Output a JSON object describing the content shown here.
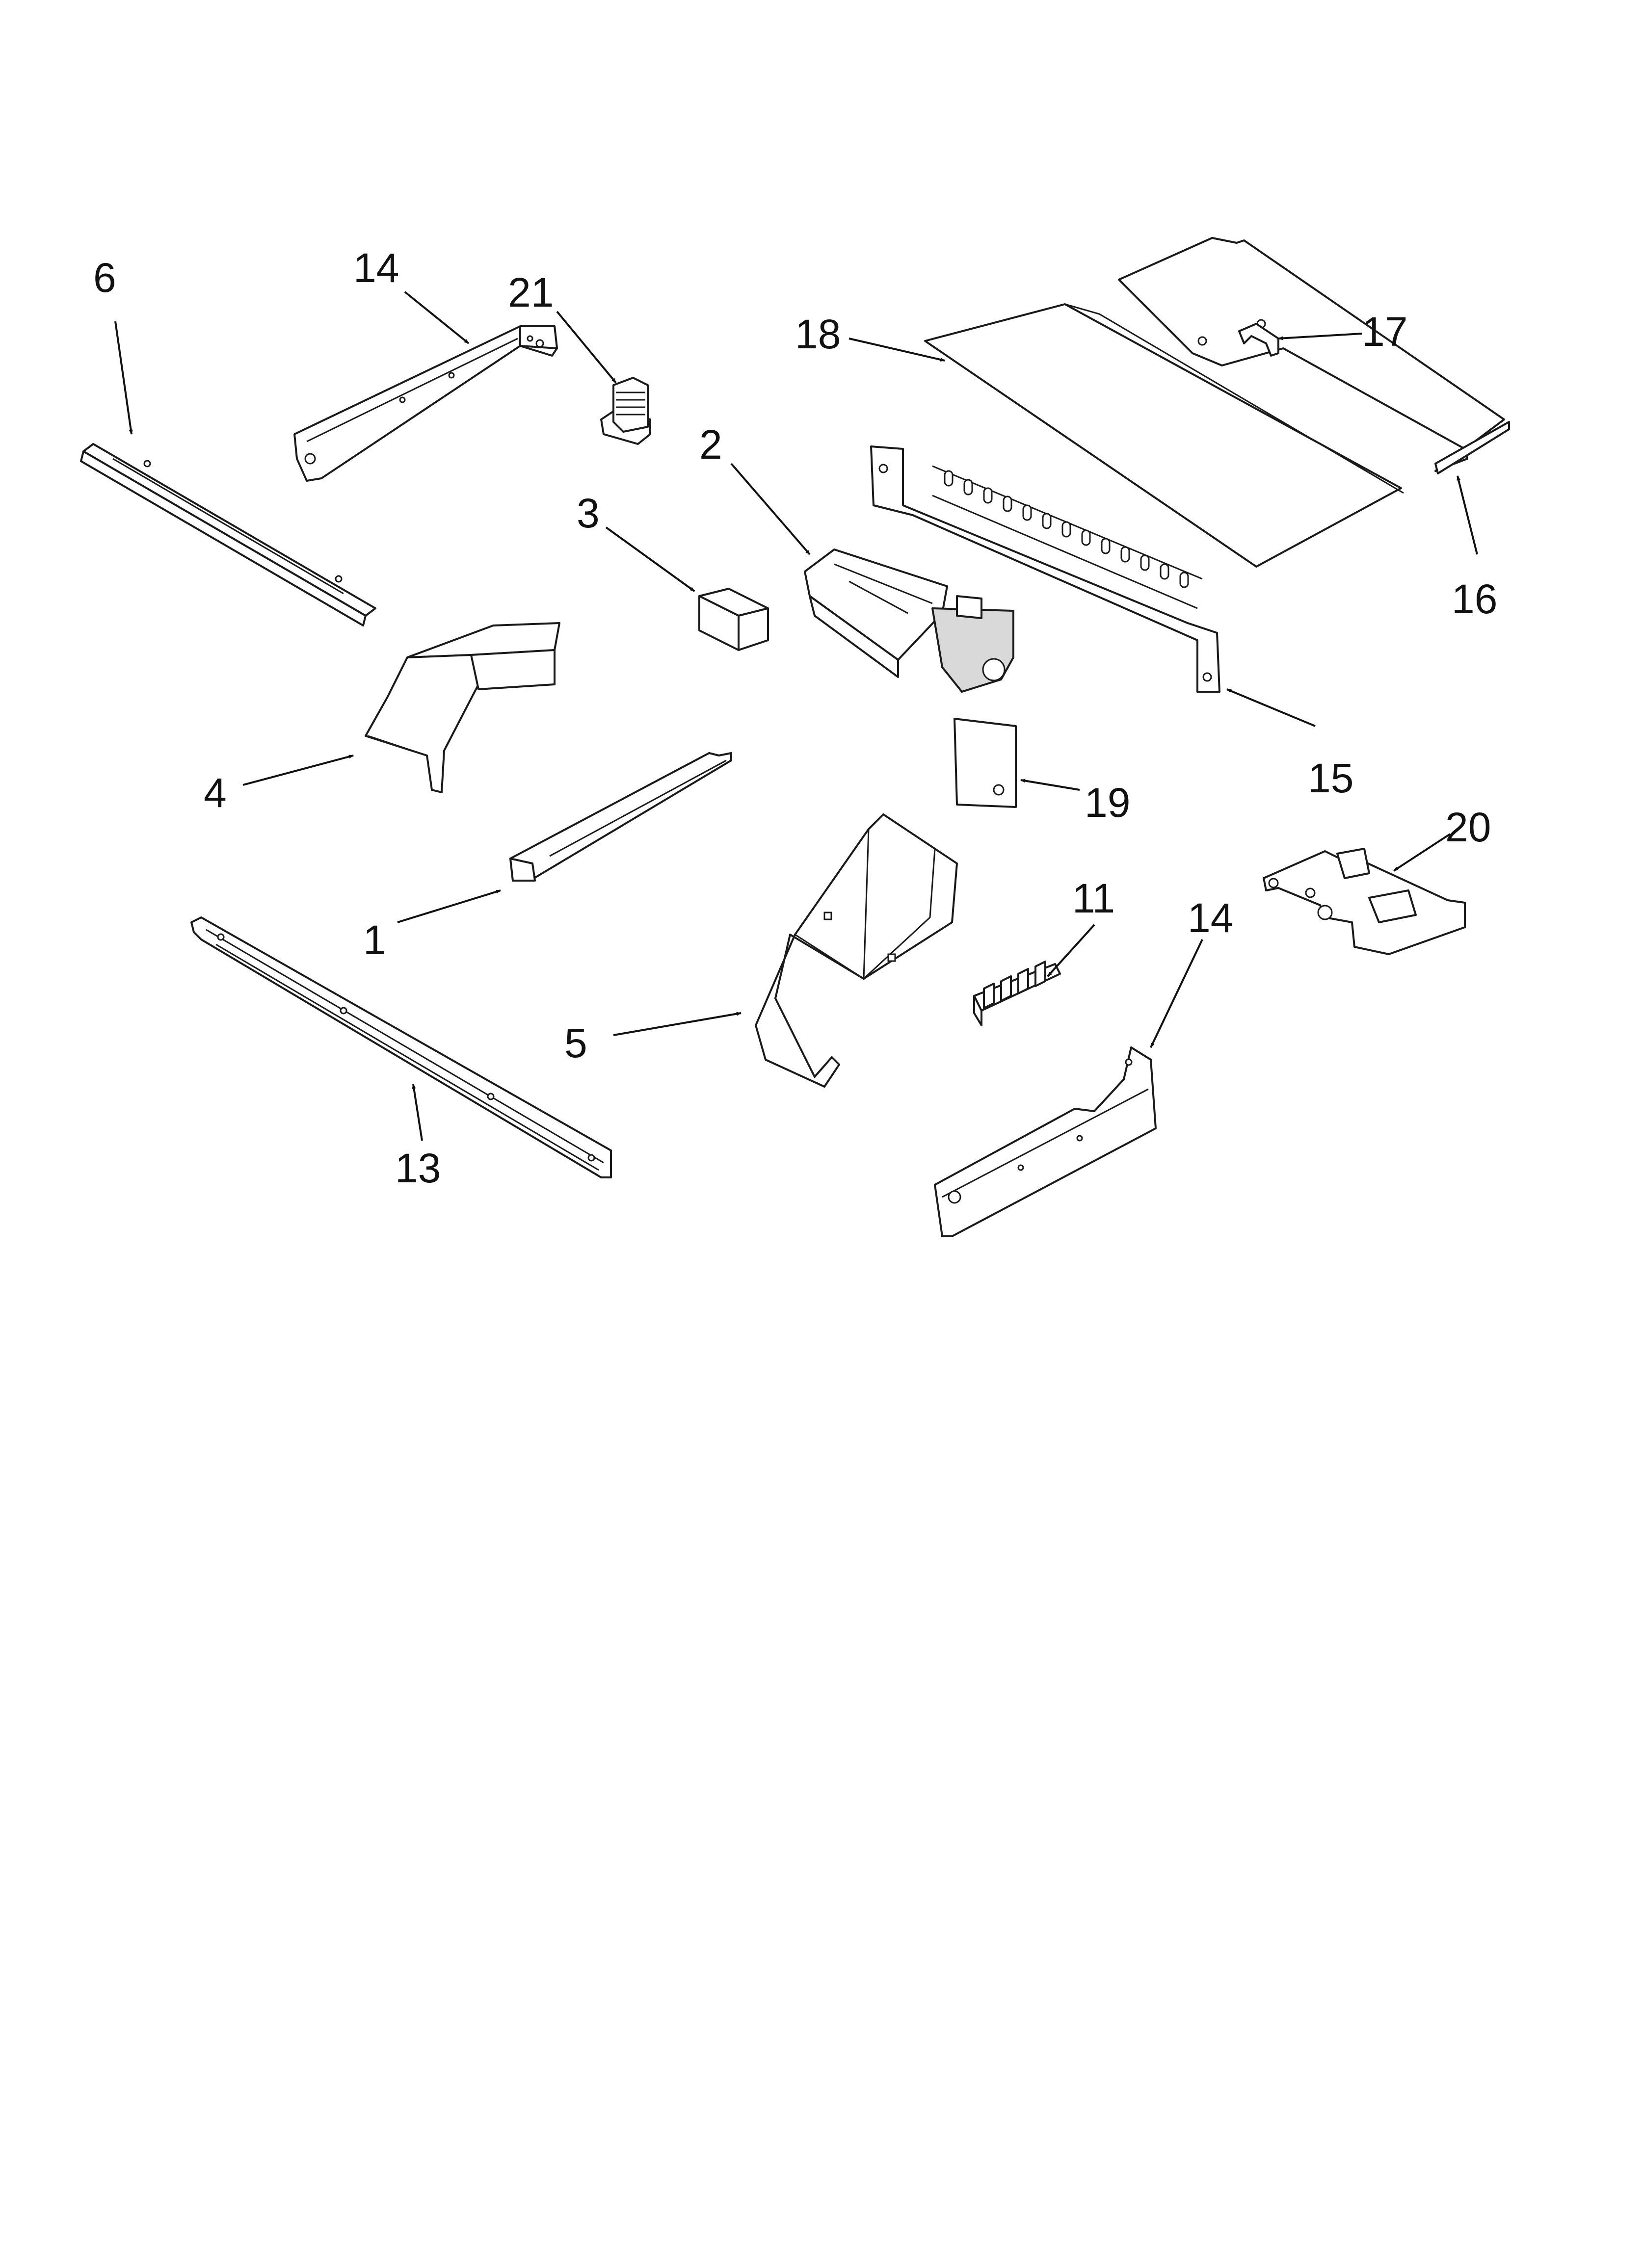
{
  "diagram": {
    "callouts": {
      "c1": "1",
      "c2": "2",
      "c3": "3",
      "c4": "4",
      "c5": "5",
      "c6": "6",
      "c11": "11",
      "c13": "13",
      "c14a": "14",
      "c14b": "14",
      "c15": "15",
      "c16": "16",
      "c17": "17",
      "c18": "18",
      "c19": "19",
      "c20": "20",
      "c21": "21"
    }
  }
}
